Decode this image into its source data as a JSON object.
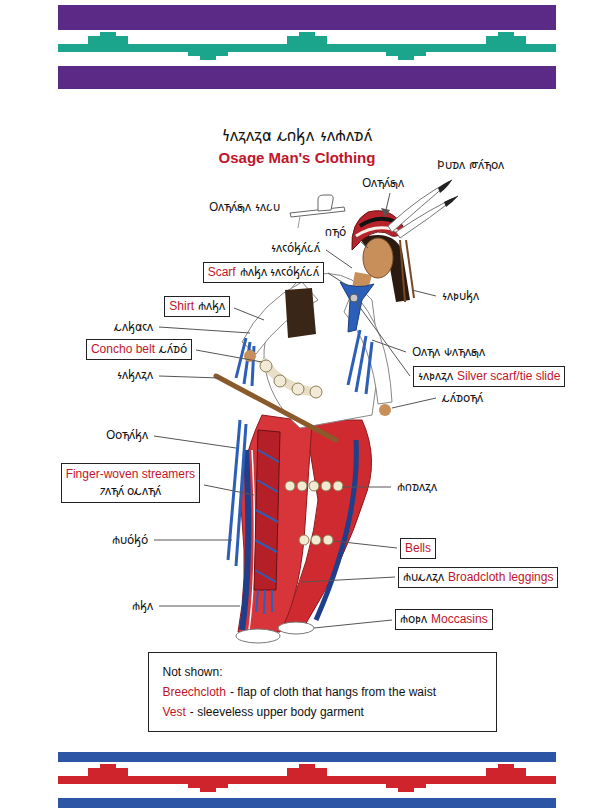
{
  "diagram": {
    "title": "𐓏𐓘𐓻𐓘𐓻𐓟 𐓩𐓣𐓤𐓘 𐓷𐓘𐓸𐓘𐓰𐓘́",
    "nodes": [
      {
        "text": [
          "Scarf",
          "𐓸𐓘𐓤𐓘 𐓷𐓘𐓮𐓪́𐓤𐓘́𐓧𐓘́"
        ]
      },
      {
        "text": [
          "Shirt",
          "𐓸𐓘𐓤𐓘"
        ]
      },
      {
        "text": [
          "Concho belt",
          "𐓩𐓘́𐓰𐓪́"
        ]
      },
      {
        "text": [
          "𐓷𐓘𐓬𐓘𐓻𐓘",
          "Silver scarf/tie slide"
        ]
      },
      {
        "text": [
          "Finger-woven streamers",
          "𐓺𐓘𐓵𐓘́ 𐓪𐓩𐓘𐓵𐓘́"
        ]
      },
      {
        "text": [
          "Bells"
        ]
      },
      {
        "text": [
          "𐓸𐓶𐓩𐓘𐓻𐓘",
          "Broadcloth leggings"
        ]
      },
      {
        "text": [
          "𐓸𐓪𐓬𐓘",
          "Moccasins"
        ]
      },
      {
        "text": [
          "Not shown:",
          "Breechcloth",
          "- flap of cloth that hangs from the waist",
          "Vest",
          "- sleeveless upper body garment"
        ]
      }
    ],
    "labels": [
      "Osage Man's Clothing",
      "𐓄𐓶𐓰𐓘 𐓨𐓘́𐓵𐓪𐓘",
      "𐓂𐓘𐓵𐓘́𐓯𐓘",
      "𐓂𐓘𐓵𐓘́𐓯𐓘 𐓷𐓘𐓧𐓶",
      "𐓣𐓵𐓪́",
      "𐓷𐓘𐓮𐓪́𐓤𐓘́𐓧𐓘́",
      "𐓷𐓘𐓬𐓶𐓤𐓘",
      "𐓩𐓘𐓤𐓟𐓮𐓘",
      "𐓂𐓘𐓵𐓘 𐓹𐓘𐓵𐓘𐓯𐓘",
      "𐓷𐓘𐓤𐓘𐓻𐓘",
      "𐓩𐓘́𐓰𐓪𐓵𐓘́",
      "𐓂𐓪𐓵𐓘́𐓤𐓘",
      "𐓸𐓣𐓰𐓘𐓻𐓘",
      "𐓸𐓶𐓪́𐓤𐓪́",
      "𐓸𐓤𐓘"
    ]
  }
}
